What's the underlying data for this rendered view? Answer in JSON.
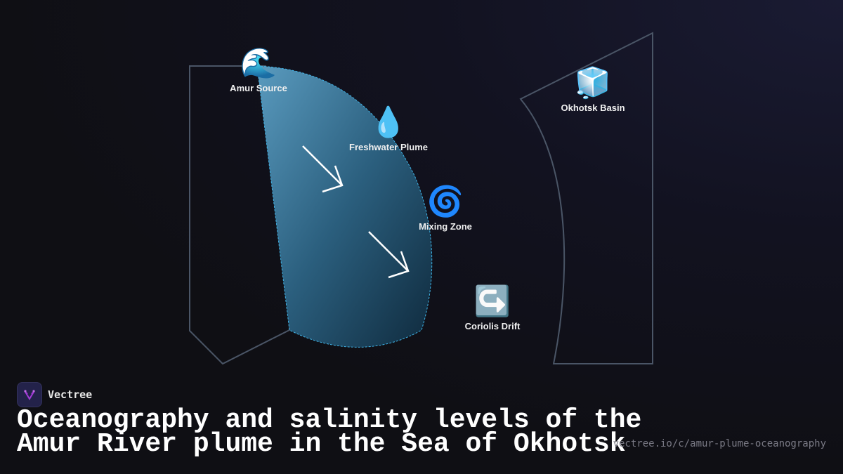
{
  "nodes": [
    {
      "id": "amur-source",
      "icon": "wave-icon",
      "emoji": "🌊",
      "label": "Amur Source"
    },
    {
      "id": "freshwater-plume",
      "icon": "droplet-icon",
      "emoji": "💧",
      "label": "Freshwater Plume"
    },
    {
      "id": "mixing-zone",
      "icon": "cyclone-icon",
      "emoji": "🌀",
      "label": "Mixing Zone"
    },
    {
      "id": "coriolis-drift",
      "icon": "right-hook-arrow-icon",
      "emoji": "↪️",
      "label": "Coriolis Drift"
    },
    {
      "id": "okhotsk-basin",
      "icon": "ice-cube-icon",
      "emoji": "🧊",
      "label": "Okhotsk Basin"
    }
  ],
  "colors": {
    "plume_light": "#5a9bbf",
    "plume_dark": "#0f2a3d",
    "plume_border": "#3fb3e6",
    "outline": "#4a5566",
    "accent": "#a23bd6"
  },
  "brand": {
    "name": "Vectree"
  },
  "title": {
    "line1": "Oceanography and salinity levels of the",
    "line2": "Amur River plume in the Sea of Okhotsk"
  },
  "url": "vectree.io/c/amur-plume-oceanography"
}
